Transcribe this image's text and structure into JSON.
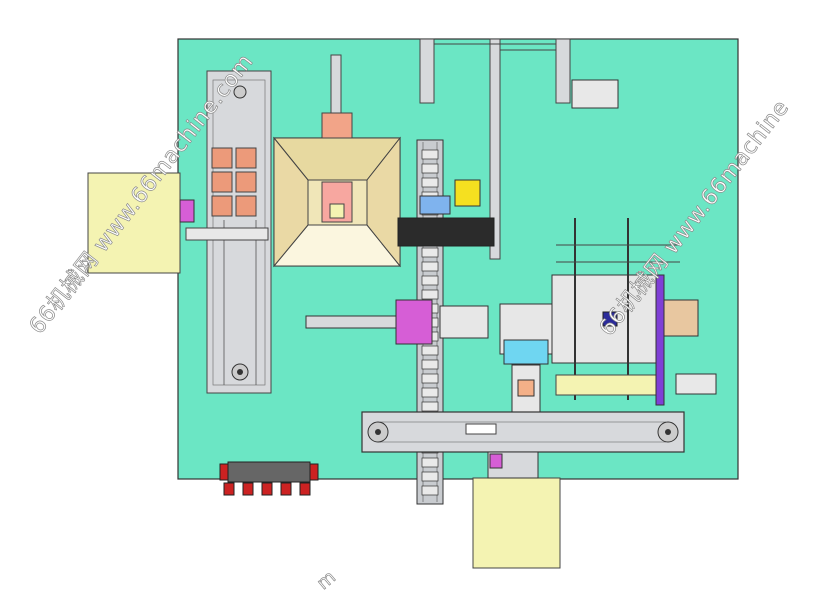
{
  "drawing": {
    "colors": {
      "plate": "#6be6c4",
      "frame": "#d7d9dc",
      "yellow_box": "#f4f3b2",
      "hopper": "#f0e6b8",
      "orange_block": "#ec9a7a",
      "magenta": "#d65ed6",
      "dark": "#3a3a3a"
    }
  },
  "watermark": {
    "text_1": "66机械网 www.66machine.com",
    "text_2": "66机械网 www.66machine",
    "text_3": "m"
  }
}
